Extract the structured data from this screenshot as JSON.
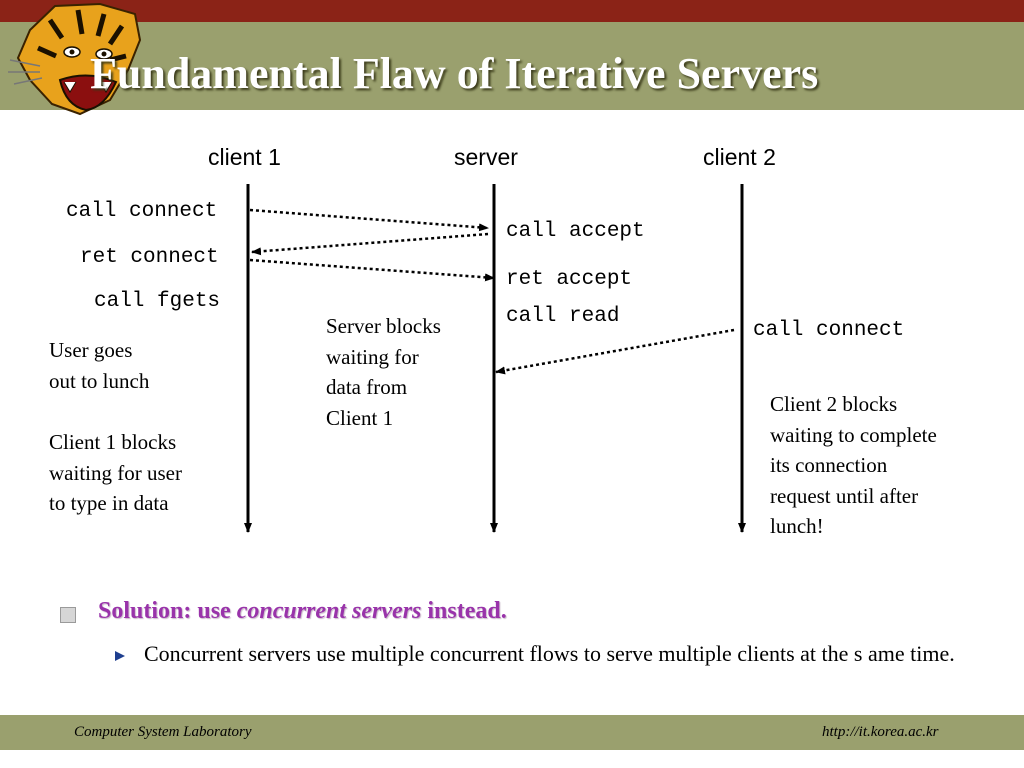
{
  "slide": {
    "title": "Fundamental Flaw of Iterative Servers",
    "logo": "tiger-head-logo"
  },
  "diagram": {
    "columns": {
      "client1": "client 1",
      "server": "server",
      "client2": "client 2"
    },
    "client1_calls": [
      "call connect",
      "ret connect",
      "call fgets"
    ],
    "server_calls": [
      "call accept",
      "ret accept",
      "call read"
    ],
    "client2_calls": [
      "call connect"
    ],
    "notes": {
      "client1_lunch": [
        "User goes",
        "out to lunch"
      ],
      "client1_blocks": [
        "Client 1 blocks",
        "waiting for user",
        "to type in data"
      ],
      "server_blocks": [
        "Server blocks",
        "waiting for",
        "data from",
        "Client 1"
      ],
      "client2_blocks": [
        "Client 2 blocks",
        "waiting to complete",
        "its connection",
        "request until after",
        "lunch!"
      ]
    }
  },
  "bullets": {
    "solution_prefix": "Solution: use ",
    "solution_emphasis": "concurrent servers",
    "solution_suffix": " instead.",
    "detail": "Concurrent servers use multiple concurrent flows to serve multiple clients at the s ame time."
  },
  "footer": {
    "left": "Computer System Laboratory",
    "right": "http://it.korea.ac.kr"
  },
  "colors": {
    "top_stripe": "#8b2317",
    "title_bar": "#9aa06e",
    "solution_text": "#9933aa"
  }
}
